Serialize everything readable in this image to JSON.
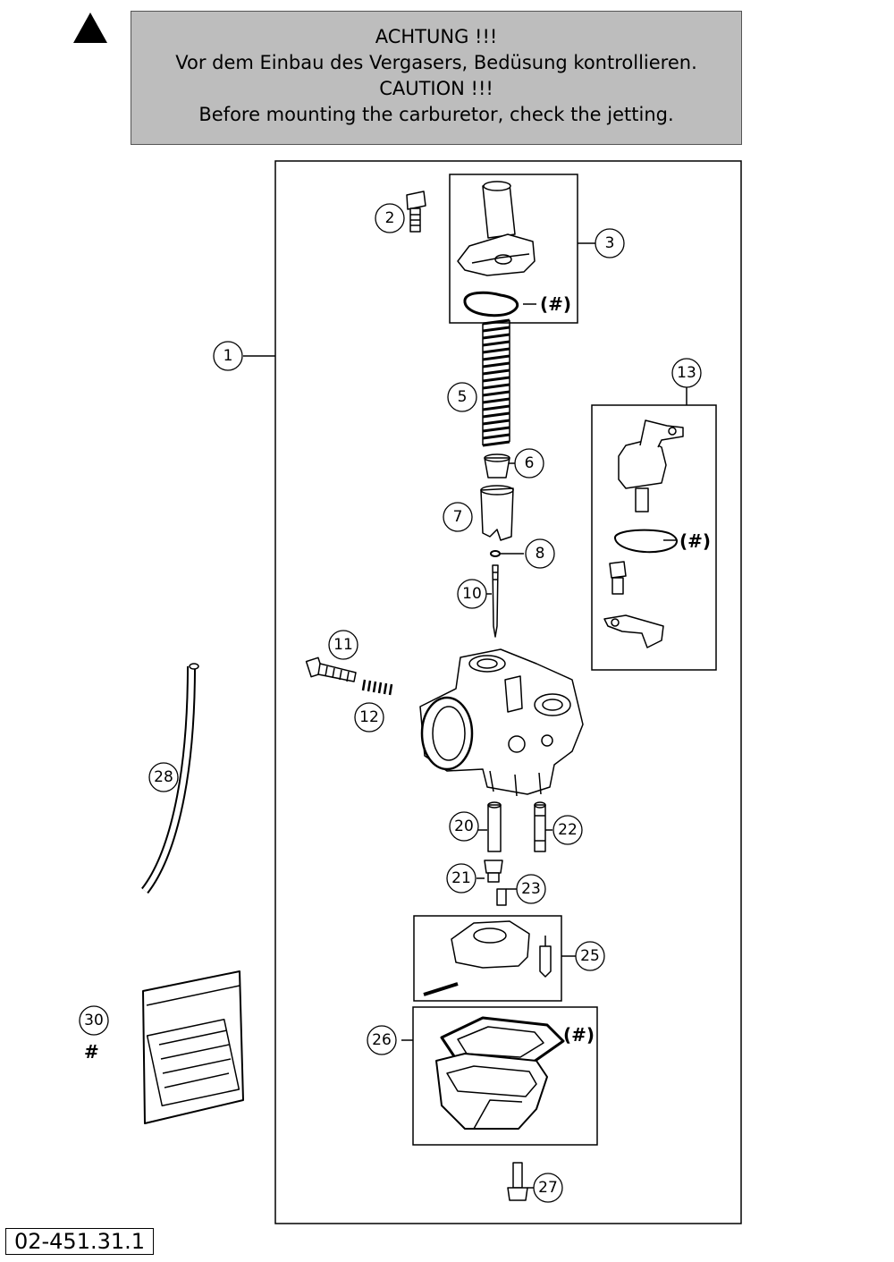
{
  "caution": {
    "lines": [
      "ACHTUNG !!!",
      "Vor dem Einbau des Vergasers, Bedüsung kontrollieren.",
      "CAUTION !!!",
      "Before mounting the carburetor, check the jetting."
    ]
  },
  "callouts": [
    {
      "id": "c1",
      "label": "1"
    },
    {
      "id": "c2",
      "label": "2"
    },
    {
      "id": "c3",
      "label": "3"
    },
    {
      "id": "c5",
      "label": "5"
    },
    {
      "id": "c6",
      "label": "6"
    },
    {
      "id": "c7",
      "label": "7"
    },
    {
      "id": "c8",
      "label": "8"
    },
    {
      "id": "c10",
      "label": "10"
    },
    {
      "id": "c11",
      "label": "11"
    },
    {
      "id": "c12",
      "label": "12"
    },
    {
      "id": "c13",
      "label": "13"
    },
    {
      "id": "c20",
      "label": "20"
    },
    {
      "id": "c21",
      "label": "21"
    },
    {
      "id": "c22",
      "label": "22"
    },
    {
      "id": "c23",
      "label": "23"
    },
    {
      "id": "c25",
      "label": "25"
    },
    {
      "id": "c26",
      "label": "26"
    },
    {
      "id": "c27",
      "label": "27"
    },
    {
      "id": "c28",
      "label": "28"
    },
    {
      "id": "c30",
      "label": "30"
    }
  ],
  "hash_labels": {
    "item3": "(#)",
    "item13": "(#)",
    "item26": "(#)",
    "item30": "#"
  },
  "diagram_code": "02-451.31.1"
}
